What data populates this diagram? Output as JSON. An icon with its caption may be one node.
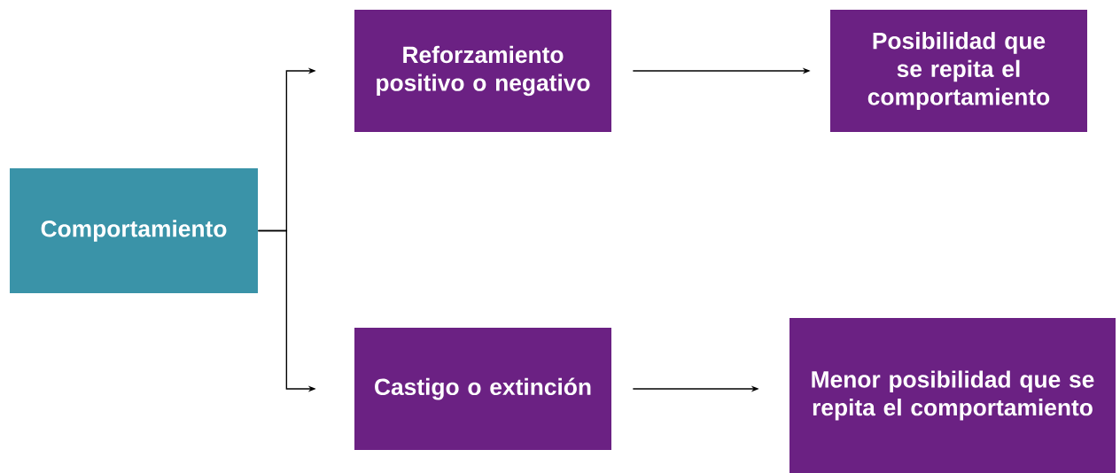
{
  "diagram": {
    "nodes": [
      {
        "text": [
          "Comportamiento"
        ]
      },
      {
        "text": [
          "Reforzamiento positivo o negativo"
        ]
      },
      {
        "text": [
          "Posibilidad que se repita el comportamiento"
        ]
      },
      {
        "text": [
          "Castigo o extinción"
        ]
      },
      {
        "text": [
          "Menor posibilidad que se repita el comportamiento"
        ]
      }
    ],
    "edges": [
      {
        "from": 0,
        "to": 1,
        "arrow": "to"
      },
      {
        "from": 0,
        "to": 3,
        "arrow": "to"
      },
      {
        "from": 1,
        "to": 2,
        "arrow": "to"
      },
      {
        "from": 3,
        "to": 4,
        "arrow": "to"
      }
    ]
  }
}
